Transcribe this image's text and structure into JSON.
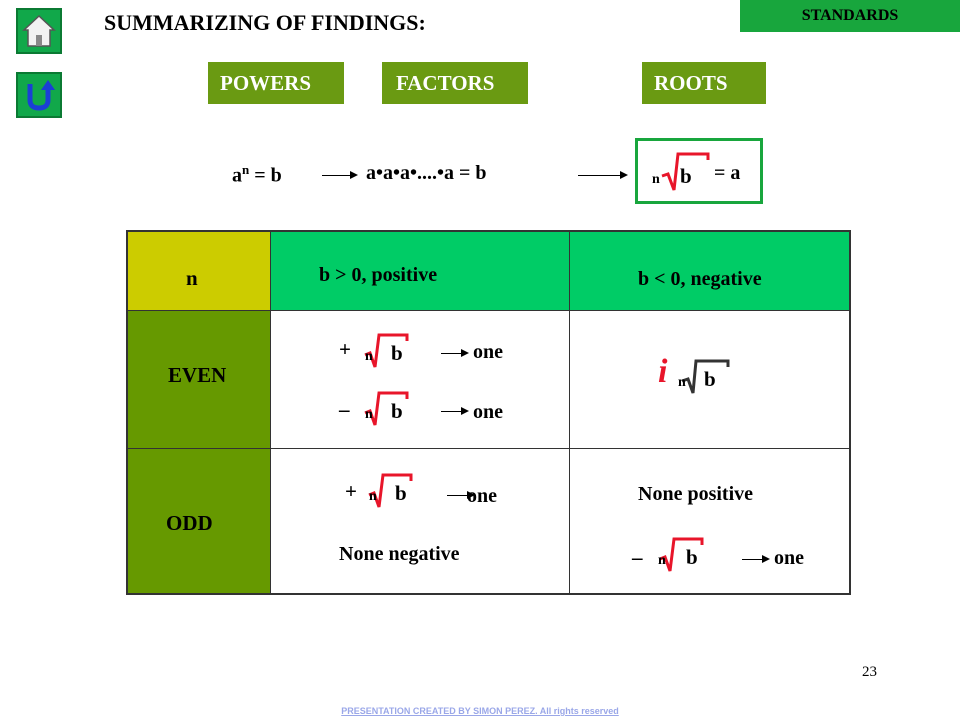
{
  "header": {
    "title": "SUMMARIZING OF FINDINGS:",
    "standards_label": "STANDARDS"
  },
  "nav": {
    "home_icon": "home-icon",
    "back_icon": "return-arrow-icon"
  },
  "tabs": {
    "powers": "POWERS",
    "factors": "FACTORS",
    "roots": "ROOTS"
  },
  "formulas": {
    "power_base": "a",
    "power_exp": "n",
    "power_rest": "= b",
    "product": "a•a•a•....•a = b",
    "root_index": "n",
    "root_radicand": "b",
    "root_result": "= a"
  },
  "table": {
    "header": {
      "n": "n",
      "positive": "b > 0, positive",
      "negative": "b < 0, negative"
    },
    "rows": {
      "even": {
        "label": "EVEN",
        "plus_sign": "+",
        "minus_sign": "–",
        "plus_result": "one",
        "minus_result": "one",
        "imag": "i"
      },
      "odd": {
        "label": "ODD",
        "plus_sign": "+",
        "plus_result": "one",
        "none_negative": "None negative",
        "none_positive": "None positive",
        "minus_sign": "–",
        "minus_result": "one"
      }
    },
    "index": "n",
    "radicand": "b"
  },
  "colors": {
    "nav_green": "#11a84a",
    "tab_olive": "#6a9a12",
    "header_yellow": "#cccc00",
    "header_green": "#00cc66",
    "row_olive": "#669900",
    "radical_red": "#e8152a",
    "box_green": "#18a63d"
  },
  "page_number": "23",
  "footer": "PRESENTATION CREATED BY SIMON PEREZ. All rights reserved"
}
